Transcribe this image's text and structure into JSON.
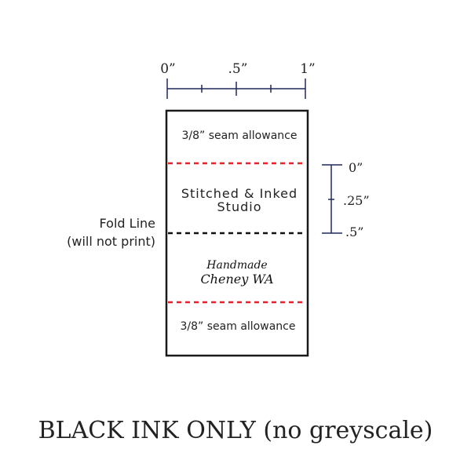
{
  "colors": {
    "ruler": "#1f2a5a",
    "seam": "#e8202a",
    "fold": "#111111",
    "outline": "#1a1a1a"
  },
  "top_ruler": {
    "labels": [
      "0”",
      ".5”",
      "1”"
    ]
  },
  "side_ruler": {
    "labels": [
      "0”",
      ".25”",
      ".5”"
    ]
  },
  "label": {
    "seam_top": "3/8” seam allowance",
    "brand_line1": "Stitched & Inked",
    "brand_line2": "Studio",
    "script_line1": "Handmade",
    "script_line2": "Cheney WA",
    "seam_bottom": "3/8” seam allowance"
  },
  "fold": {
    "line1": "Fold Line",
    "line2": "(will not print)"
  },
  "footer": "BLACK INK ONLY (no greyscale)"
}
